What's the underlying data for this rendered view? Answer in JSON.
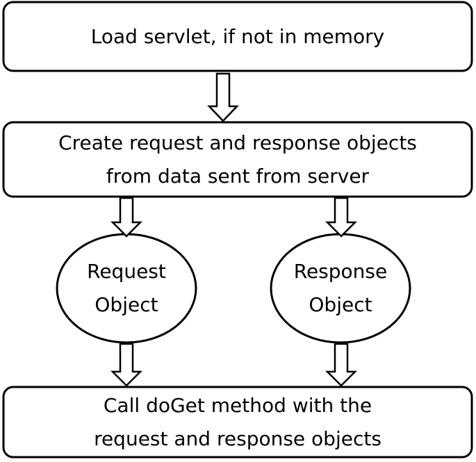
{
  "diagram": {
    "nodes": {
      "load": {
        "lines": [
          "Load servlet, if not in memory"
        ]
      },
      "create": {
        "lines": [
          "Create request and response objects",
          "from data sent from server"
        ]
      },
      "request": {
        "lines": [
          "Request",
          "Object"
        ]
      },
      "response": {
        "lines": [
          "Response",
          "Object"
        ]
      },
      "call": {
        "lines": [
          "Call doGet method with the",
          "request and response objects"
        ]
      }
    },
    "edges": [
      {
        "from": "load",
        "to": "create"
      },
      {
        "from": "create",
        "to": "request"
      },
      {
        "from": "create",
        "to": "response"
      },
      {
        "from": "request",
        "to": "call"
      },
      {
        "from": "response",
        "to": "call"
      }
    ]
  }
}
